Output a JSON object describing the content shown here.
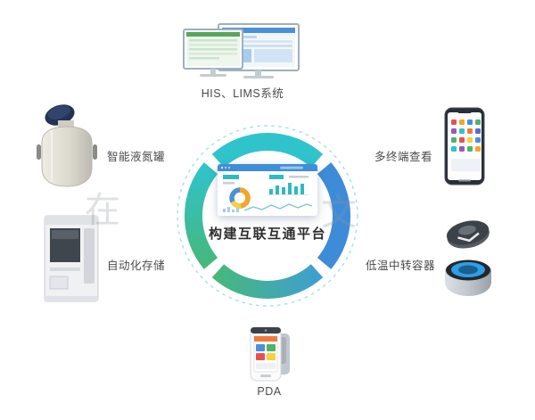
{
  "center": {
    "title": "构建互联互通平台"
  },
  "nodes": {
    "top": {
      "label": "HIS、LIMS系统"
    },
    "left_top": {
      "label": "智能液氮罐"
    },
    "left_bottom": {
      "label": "自动化存储"
    },
    "right_top": {
      "label": "多终端查看"
    },
    "right_bottom": {
      "label": "低温中转容器"
    },
    "bottom": {
      "label": "PDA"
    }
  },
  "watermark": {
    "left": "在",
    "right": "文"
  },
  "colors": {
    "ring_top_cyan": "#2fc4cc",
    "ring_right_blue": "#3e8cd8",
    "ring_bottom_blue": "#3f9fd0",
    "ring_green": "#46b87c",
    "ring_left_teal": "#2fc3cb",
    "dashed_circle": "#a8dde2",
    "title_text": "#2e2e2e",
    "label_text": "#4a4a4a",
    "dashboard_accent": "#2fb9c0",
    "dashboard_header": "#3f8ed9",
    "donut_orange": "#f5a623",
    "donut_yellow": "#f8cf40"
  }
}
